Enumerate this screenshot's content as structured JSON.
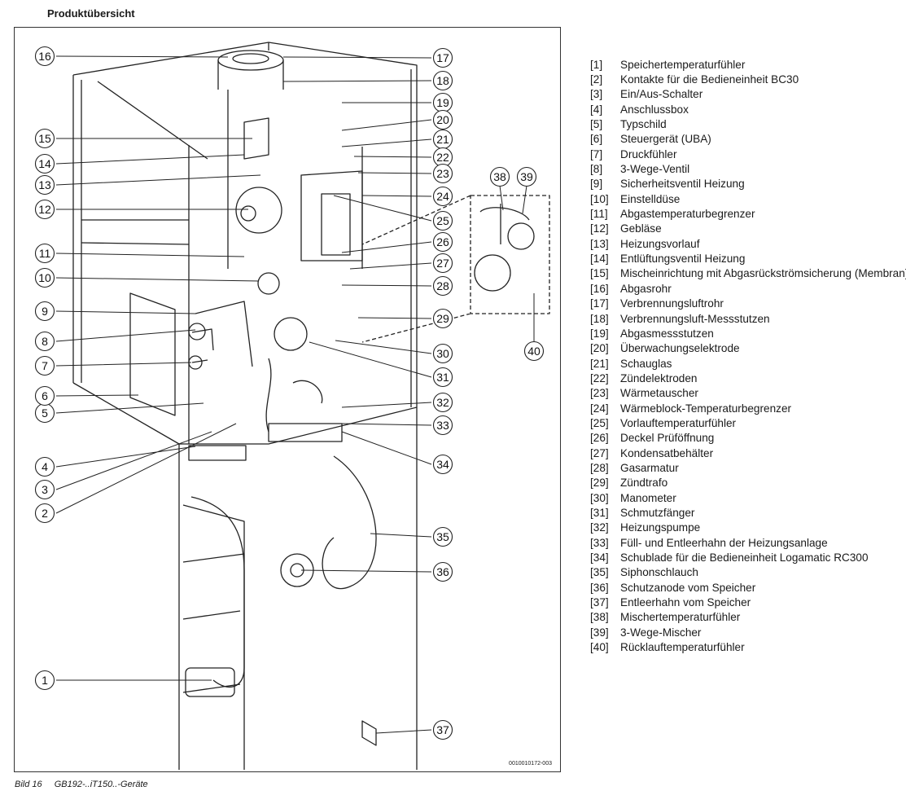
{
  "page": {
    "title": "Produktübersicht",
    "caption_number": "Bild 16",
    "caption_text": "GB192-..iT150..-Geräte",
    "drawing_id": "0010010172-003"
  },
  "diagram": {
    "callout_numbers": [
      "1",
      "2",
      "3",
      "4",
      "5",
      "6",
      "7",
      "8",
      "9",
      "10",
      "11",
      "12",
      "13",
      "14",
      "15",
      "16",
      "17",
      "18",
      "19",
      "20",
      "21",
      "22",
      "23",
      "24",
      "25",
      "26",
      "27",
      "28",
      "29",
      "30",
      "31",
      "32",
      "33",
      "34",
      "35",
      "36",
      "37",
      "38",
      "39",
      "40"
    ]
  },
  "legend": [
    {
      "num": "[1]",
      "label": "Speichertemperaturfühler"
    },
    {
      "num": "[2]",
      "label": "Kontakte für die Bedieneinheit BC30"
    },
    {
      "num": "[3]",
      "label": "Ein/Aus-Schalter"
    },
    {
      "num": "[4]",
      "label": "Anschlussbox"
    },
    {
      "num": "[5]",
      "label": "Typschild"
    },
    {
      "num": "[6]",
      "label": "Steuergerät (UBA)"
    },
    {
      "num": "[7]",
      "label": "Druckfühler"
    },
    {
      "num": "[8]",
      "label": "3-Wege-Ventil"
    },
    {
      "num": "[9]",
      "label": "Sicherheitsventil Heizung"
    },
    {
      "num": "[10]",
      "label": "Einstelldüse"
    },
    {
      "num": "[11]",
      "label": "Abgastemperaturbegrenzer"
    },
    {
      "num": "[12]",
      "label": "Gebläse"
    },
    {
      "num": "[13]",
      "label": "Heizungsvorlauf"
    },
    {
      "num": "[14]",
      "label": "Entlüftungsventil Heizung"
    },
    {
      "num": "[15]",
      "label": "Mischeinrichtung mit Abgasrückströmsicherung (Membran)"
    },
    {
      "num": "[16]",
      "label": "Abgasrohr"
    },
    {
      "num": "[17]",
      "label": "Verbrennungsluftrohr"
    },
    {
      "num": "[18]",
      "label": "Verbrennungsluft-Messstutzen"
    },
    {
      "num": "[19]",
      "label": "Abgasmessstutzen"
    },
    {
      "num": "[20]",
      "label": "Überwachungselektrode"
    },
    {
      "num": "[21]",
      "label": "Schauglas"
    },
    {
      "num": "[22]",
      "label": "Zündelektroden"
    },
    {
      "num": "[23]",
      "label": "Wärmetauscher"
    },
    {
      "num": "[24]",
      "label": "Wärmeblock-Temperaturbegrenzer"
    },
    {
      "num": "[25]",
      "label": "Vorlauftemperaturfühler"
    },
    {
      "num": "[26]",
      "label": "Deckel Prüföffnung"
    },
    {
      "num": "[27]",
      "label": "Kondensatbehälter"
    },
    {
      "num": "[28]",
      "label": "Gasarmatur"
    },
    {
      "num": "[29]",
      "label": "Zündtrafo"
    },
    {
      "num": "[30]",
      "label": "Manometer"
    },
    {
      "num": "[31]",
      "label": "Schmutzfänger"
    },
    {
      "num": "[32]",
      "label": "Heizungspumpe"
    },
    {
      "num": "[33]",
      "label": "Füll- und Entleerhahn der Heizungsanlage"
    },
    {
      "num": "[34]",
      "label": "Schublade für die Bedieneinheit Logamatic RC300"
    },
    {
      "num": "[35]",
      "label": "Siphonschlauch"
    },
    {
      "num": "[36]",
      "label": "Schutzanode vom Speicher"
    },
    {
      "num": "[37]",
      "label": "Entleerhahn vom Speicher"
    },
    {
      "num": "[38]",
      "label": "Mischertemperaturfühler"
    },
    {
      "num": "[39]",
      "label": "3-Wege-Mischer"
    },
    {
      "num": "[40]",
      "label": "Rücklauftemperaturfühler"
    }
  ]
}
